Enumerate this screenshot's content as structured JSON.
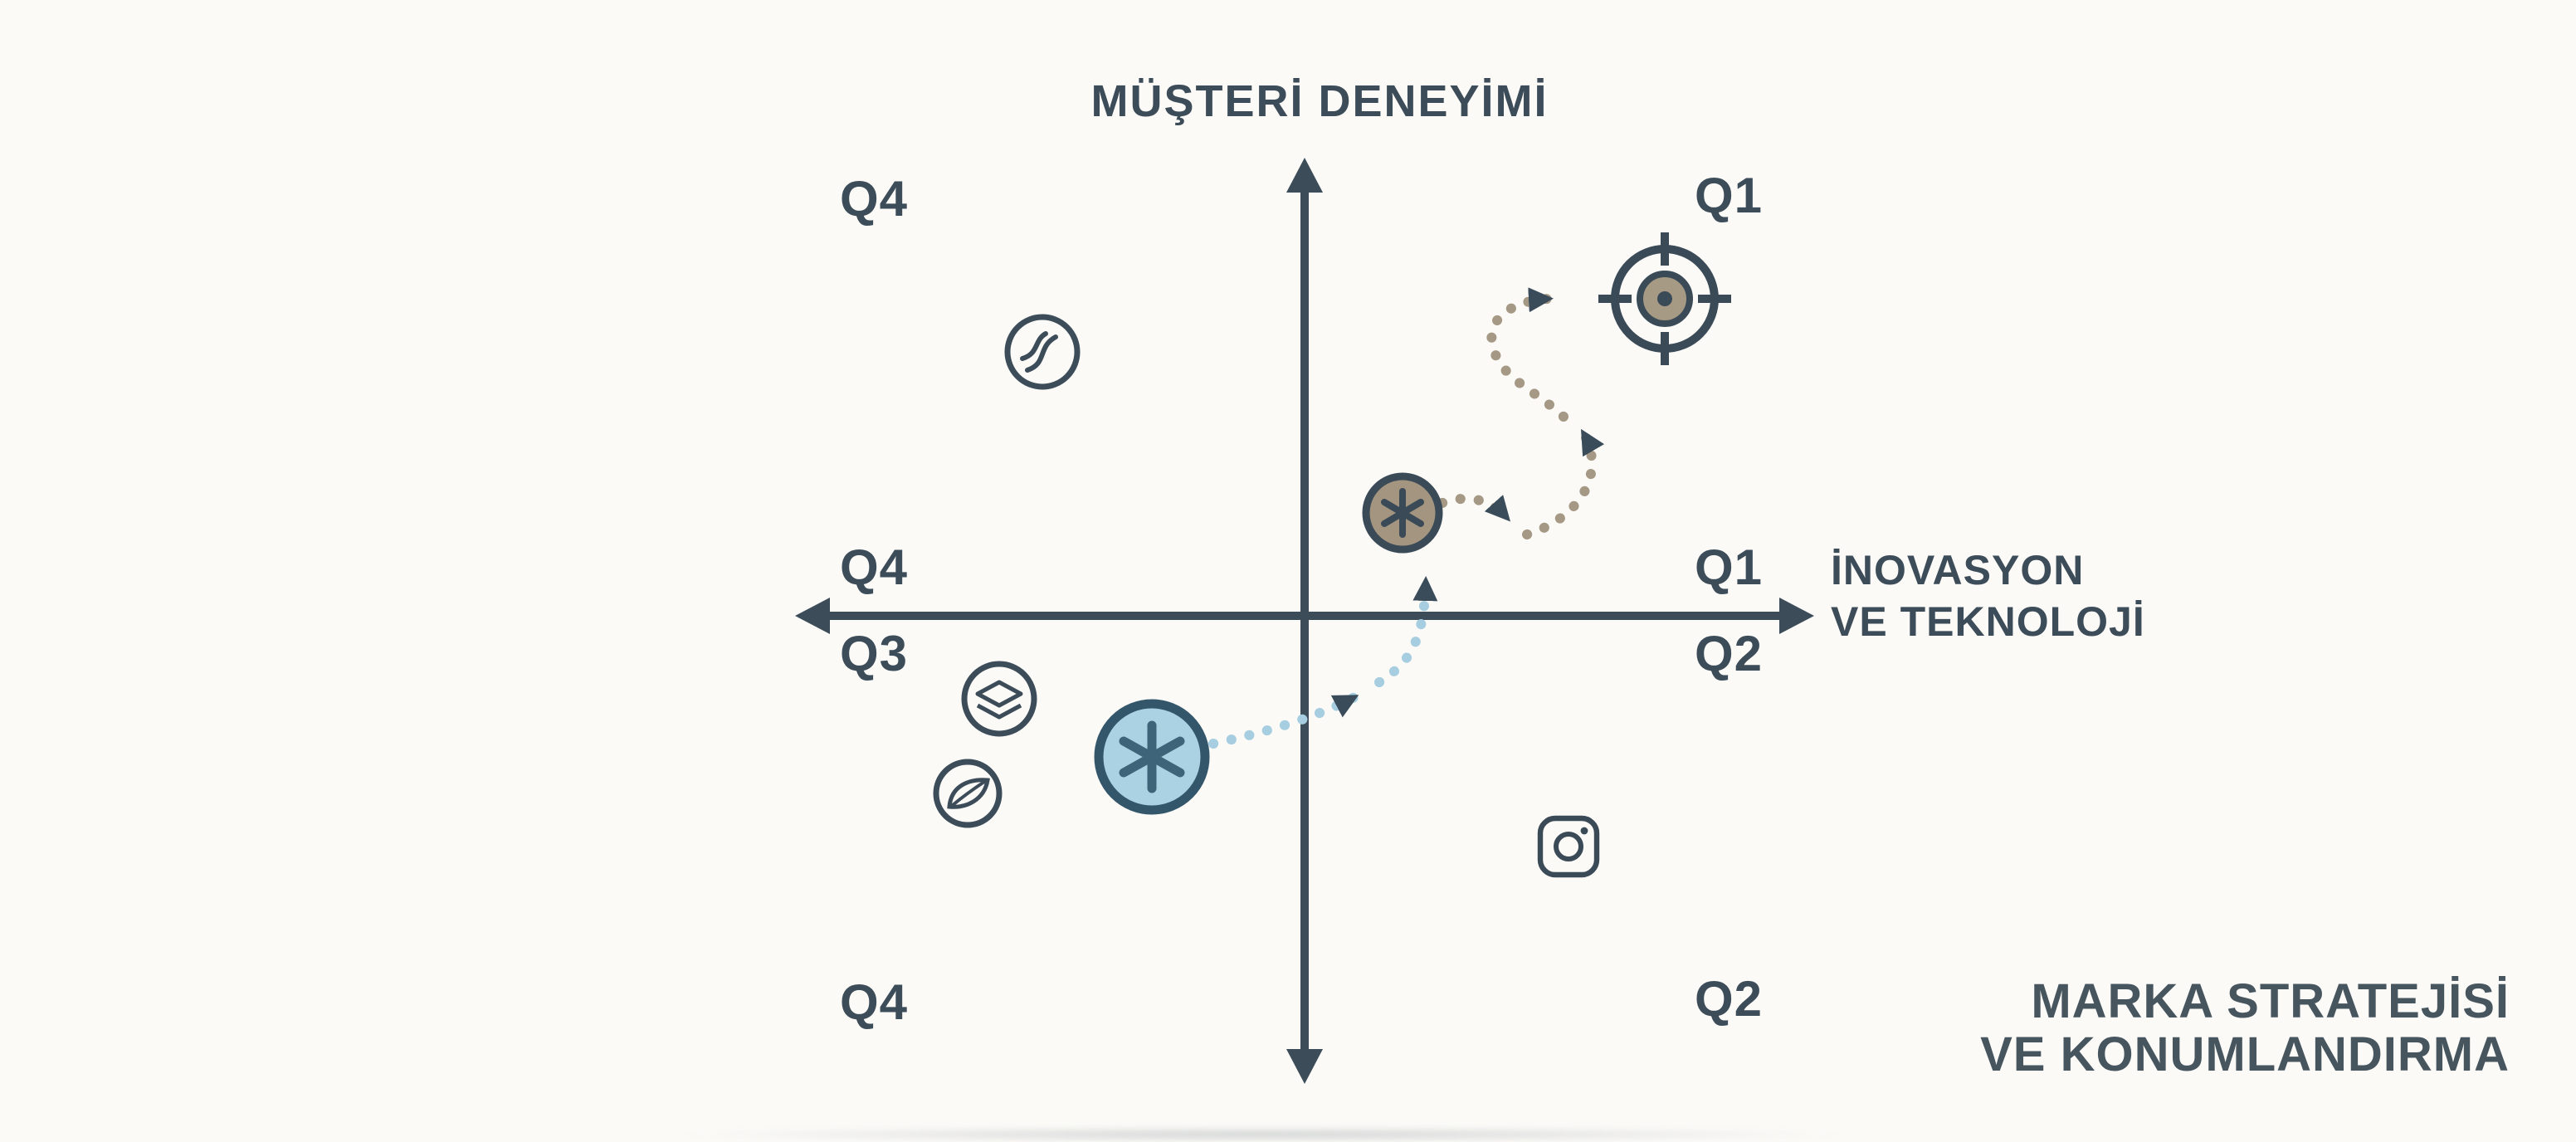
{
  "axis": {
    "y_label": "MÜŞTERİ DENEYİMİ",
    "x_label_line1": "İNOVASYON",
    "x_label_line2": "VE TEKNOLOJİ"
  },
  "quadrants": {
    "top_left": "Q4",
    "top_right": "Q1",
    "axis_left_upper": "Q4",
    "axis_left_lower": "Q3",
    "axis_right_upper": "Q1",
    "axis_right_lower": "Q2",
    "bottom_left": "Q4",
    "bottom_right": "Q2"
  },
  "footer": {
    "line1": "MARKA STRATEJİSİ",
    "line2": "VE KONUMLANDIRMA"
  },
  "icons": {
    "top_left_circle": "leaf-swirl-circle-icon",
    "top_right": "target-bullseye-icon",
    "upper_node": "asterisk-node-taupe",
    "lower_node": "asterisk-node-blue",
    "left_upper": "layers-circle-icon",
    "left_lower": "leaf-circle-icon",
    "right_lower": "instagram-icon"
  },
  "colors": {
    "ink": "#3d4c59",
    "accent_blue": "#abd2e3",
    "accent_blue_dark": "#3d6478",
    "accent_taupe": "#a49480",
    "background": "#fbfaf7"
  }
}
